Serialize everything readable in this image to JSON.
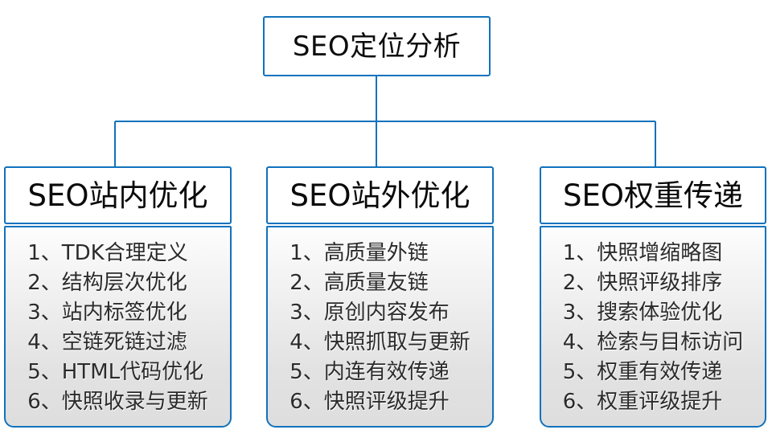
{
  "theme": {
    "border_color": "#1072bd",
    "connector_color": "#1072bd",
    "node_background": "#ffffff",
    "list_background_top": "#fdfdfd",
    "list_background_bottom": "#dedede",
    "text_color": "#2b2b2b"
  },
  "root": {
    "title": "SEO定位分析"
  },
  "branches": [
    {
      "title": "SEO站内优化",
      "items": [
        "1、TDK合理定义",
        "2、结构层次优化",
        "3、站内标签优化",
        "4、空链死链过滤",
        "5、HTML代码优化",
        "6、快照收录与更新"
      ]
    },
    {
      "title": "SEO站外优化",
      "items": [
        "1、高质量外链",
        "2、高质量友链",
        "3、原创内容发布",
        "4、快照抓取与更新",
        "5、内连有效传递",
        "6、快照评级提升"
      ]
    },
    {
      "title": "SEO权重传递",
      "items": [
        "1、快照增缩略图",
        "2、快照评级排序",
        "3、搜索体验优化",
        "4、检索与目标访问",
        "5、权重有效传递",
        "6、权重评级提升"
      ]
    }
  ]
}
